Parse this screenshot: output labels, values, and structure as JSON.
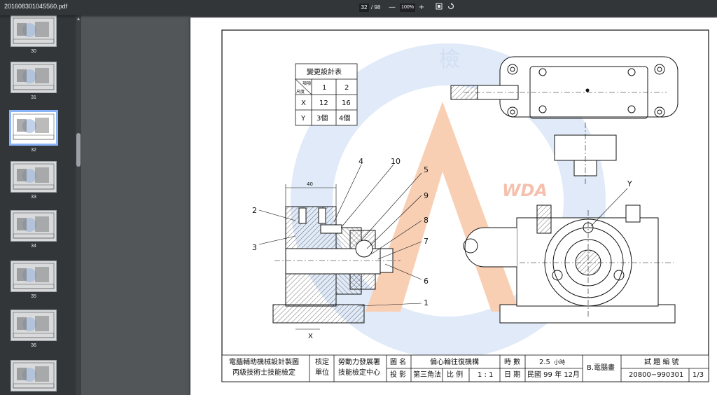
{
  "toolbar": {
    "filename": "201608301045560.pdf",
    "current_page": "32",
    "total_pages": "/ 98",
    "zoom_out": "—",
    "zoom": "100%",
    "zoom_in": "+",
    "fit_icon": "fit-page-icon",
    "rotate_icon": "rotate-icon"
  },
  "sidebar": {
    "thumbnails": [
      {
        "num": "30"
      },
      {
        "num": "31"
      },
      {
        "num": "32",
        "active": true
      },
      {
        "num": "33"
      },
      {
        "num": "34"
      },
      {
        "num": "35"
      },
      {
        "num": "36"
      },
      {
        "num": ""
      }
    ]
  },
  "drawing": {
    "change_table": {
      "title": "變更設計表",
      "header_item": "項項",
      "header_dim": "尺度",
      "col1": "1",
      "col2": "2",
      "row_x": {
        "label": "X",
        "v1": "12",
        "v2": "16"
      },
      "row_y": {
        "label": "Y",
        "v1": "3個",
        "v2": "4個"
      }
    },
    "dim_40": "40",
    "dim_x": "X",
    "label_y": "Y",
    "watermark": "WDA",
    "balloons": [
      "1",
      "2",
      "3",
      "4",
      "5",
      "6",
      "7",
      "8",
      "9",
      "10"
    ]
  },
  "title_block": {
    "org1": "電腦輔助機械設計製圖",
    "org2": "丙級技術士技能檢定",
    "check1": "核定",
    "check2": "單位",
    "agency1": "勞動力發展署",
    "agency2": "技能檢定中心",
    "name_label": "圖 名",
    "name_value": "偏心輪往復機構",
    "hours_label": "時 數",
    "hours_value": "2.5",
    "hours_unit": "小時",
    "method_label": "B.電腦畫",
    "code_label": "試 題 編 號",
    "proj_label": "投 影",
    "proj_value": "第三角法",
    "scale_label": "比 例",
    "scale_value": "1 : 1",
    "date_label": "日 期",
    "date_value": "民國 99 年 12月",
    "code_value": "20800−990301",
    "sheet": "1/3"
  },
  "colors": {
    "toolbar_bg": "#323639",
    "viewer_bg": "#525659",
    "active_thumb": "#8ab4f8",
    "watermark_blue": "#4a78c8",
    "watermark_orange": "#f08040"
  }
}
